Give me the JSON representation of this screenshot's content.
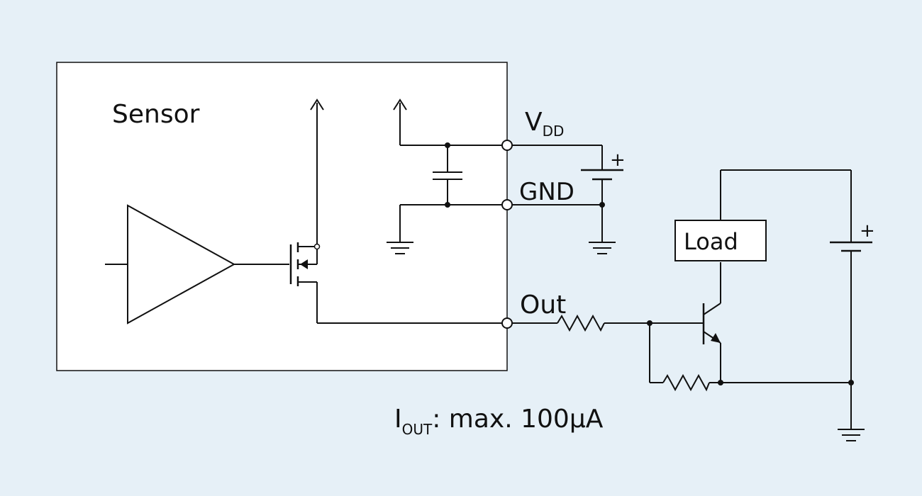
{
  "sensor": {
    "label": "Sensor"
  },
  "pins": {
    "vdd": {
      "main": "V",
      "sub": "DD"
    },
    "gnd": "GND",
    "out": "Out"
  },
  "load": {
    "label": "Load"
  },
  "supply_polarity": {
    "vdd_battery": "+",
    "load_battery": "+"
  },
  "note": {
    "main": "I",
    "sub": "OUT",
    "rest": ": max. 100µA"
  }
}
